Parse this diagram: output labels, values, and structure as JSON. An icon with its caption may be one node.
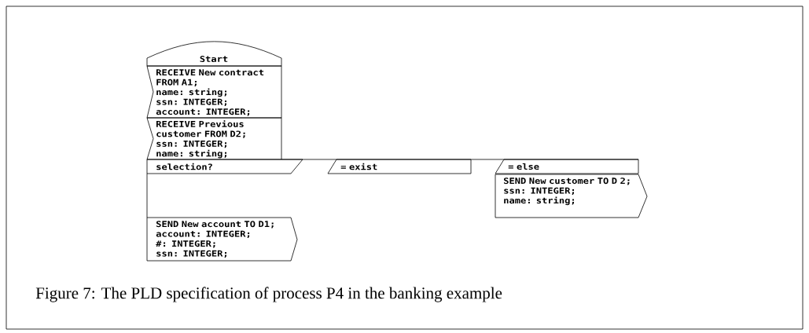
{
  "diagram": {
    "caption": "Figure 7: The PLD specification of process P4 in the banking example",
    "nodes": [
      {
        "text": [
          "Start"
        ]
      },
      {
        "text": [
          "RECEIVE New contract FROM A1;",
          "name: string;",
          "ssn: INTEGER;",
          "account: INTEGER;"
        ]
      },
      {
        "text": [
          "RECEIVE Previous customer FROM D2;",
          "ssn: INTEGER;",
          "name: string;"
        ]
      },
      {
        "text": [
          "selection?"
        ]
      },
      {
        "text": [
          "= exist"
        ]
      },
      {
        "text": [
          "= else"
        ]
      },
      {
        "text": [
          "SEND New customer TO D 2;",
          "ssn: INTEGER;",
          "name: string;"
        ]
      },
      {
        "text": [
          "SEND New account TO D1;",
          "account: INTEGER;",
          "#: INTEGER;",
          "ssn: INTEGER;"
        ]
      }
    ]
  }
}
